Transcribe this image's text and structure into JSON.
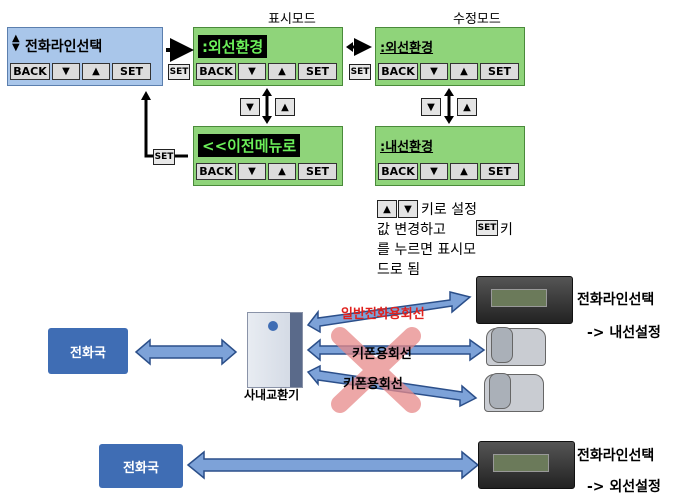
{
  "menu": {
    "top_panel_text": "전화라인선택",
    "mode_display_label": "표시모드",
    "mode_edit_label": "수정모드",
    "panel_display_top": ":외선환경",
    "panel_edit_top": ":외선환경",
    "panel_display_bottom": "<<이전메뉴로",
    "panel_edit_bottom": ":내선환경",
    "btn_back": "BACK",
    "btn_down": "▼",
    "btn_up": "▲",
    "btn_set": "SET",
    "set_key_label": "SET",
    "instruction_line1": "키로 설정",
    "instruction_line2a": "값 변경하고",
    "instruction_line2b": "키",
    "instruction_line3": "를 누르면 표시모",
    "instruction_line4": "드로 됨"
  },
  "network": {
    "central_office": "전화국",
    "pbx_label": "사내교환기",
    "line_general": "일반전화용회선",
    "line_keyphone1": "키폰용회선",
    "line_keyphone2": "키폰용회선",
    "result_internal_title": "전화라인선택",
    "result_internal_value": "-> 내선설정",
    "result_external_title": "전화라인선택",
    "result_external_value": "-> 외선설정"
  },
  "colors": {
    "lcd_green": "#8fd47a",
    "lcd_blue": "#a9c6ea",
    "highlight_green": "#6cf05a",
    "arrow_blue": "#3f6db4",
    "warning_red": "#e0201c"
  }
}
